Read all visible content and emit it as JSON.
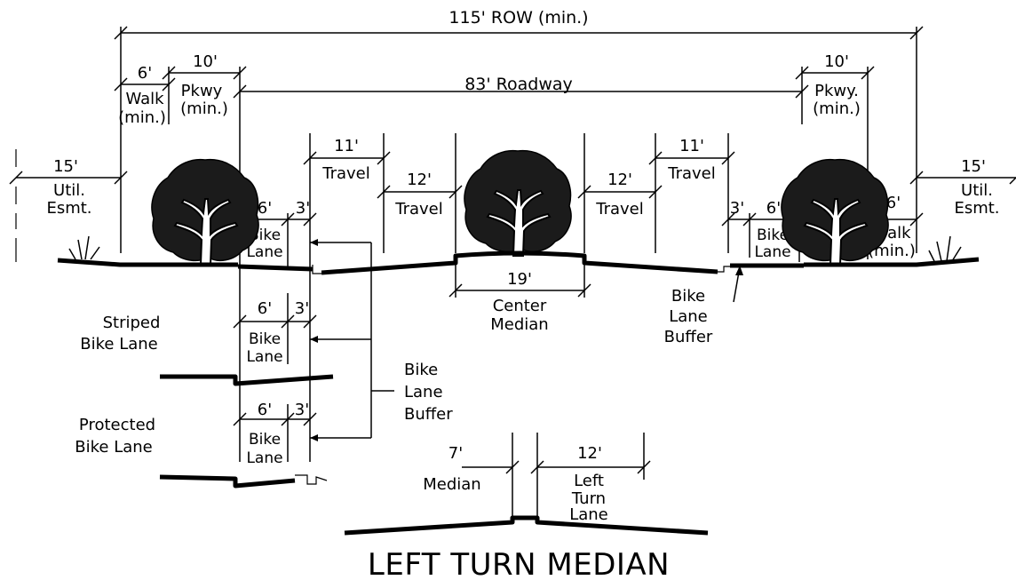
{
  "row": "115' ROW (min.)",
  "roadway": "83' Roadway",
  "left": {
    "util_dim": "15'",
    "util_label_1": "Util.",
    "util_label_2": "Esmt.",
    "walk_dim": "6'",
    "walk_label_1": "Walk",
    "walk_label_2": "(min.)",
    "pkwy_dim": "10'",
    "pkwy_label_1": "Pkwy",
    "pkwy_label_2": "(min.)",
    "bike_dim": "6'",
    "bike_label_1": "Bike",
    "bike_label_2": "Lane",
    "buffer_dim": "3'",
    "travel1_dim": "11'",
    "travel1_label": "Travel",
    "travel2_dim": "12'",
    "travel2_label": "Travel"
  },
  "median": {
    "dim": "19'",
    "label_1": "Center",
    "label_2": "Median"
  },
  "right": {
    "util_dim": "15'",
    "util_label_1": "Util.",
    "util_label_2": "Esmt.",
    "walk_dim": "6'",
    "walk_label_1": "Walk",
    "walk_label_2": "(min.)",
    "pkwy_dim": "10'",
    "pkwy_label_1": "Pkwy.",
    "pkwy_label_2": "(min.)",
    "bike_dim": "6'",
    "bike_label_1": "Bike",
    "bike_label_2": "Lane",
    "buffer_dim": "3'",
    "travel1_dim": "11'",
    "travel1_label": "Travel",
    "travel2_dim": "12'",
    "travel2_label": "Travel",
    "buffer_note_1": "Bike",
    "buffer_note_2": "Lane",
    "buffer_note_3": "Buffer"
  },
  "striped": {
    "title_1": "Striped",
    "title_2": "Bike Lane",
    "bike_dim": "6'",
    "buffer_dim": "3'",
    "bike_label_1": "Bike",
    "bike_label_2": "Lane"
  },
  "protected": {
    "title_1": "Protected",
    "title_2": "Bike Lane",
    "bike_dim": "6'",
    "buffer_dim": "3'",
    "bike_label_1": "Bike",
    "bike_label_2": "Lane"
  },
  "buffer_callout": {
    "line_1": "Bike",
    "line_2": "Lane",
    "line_3": "Buffer"
  },
  "left_turn": {
    "median_dim": "7'",
    "median_label": "Median",
    "turn_dim": "12'",
    "turn_label_1": "Left",
    "turn_label_2": "Turn",
    "turn_label_3": "Lane",
    "title": "LEFT TURN MEDIAN"
  }
}
